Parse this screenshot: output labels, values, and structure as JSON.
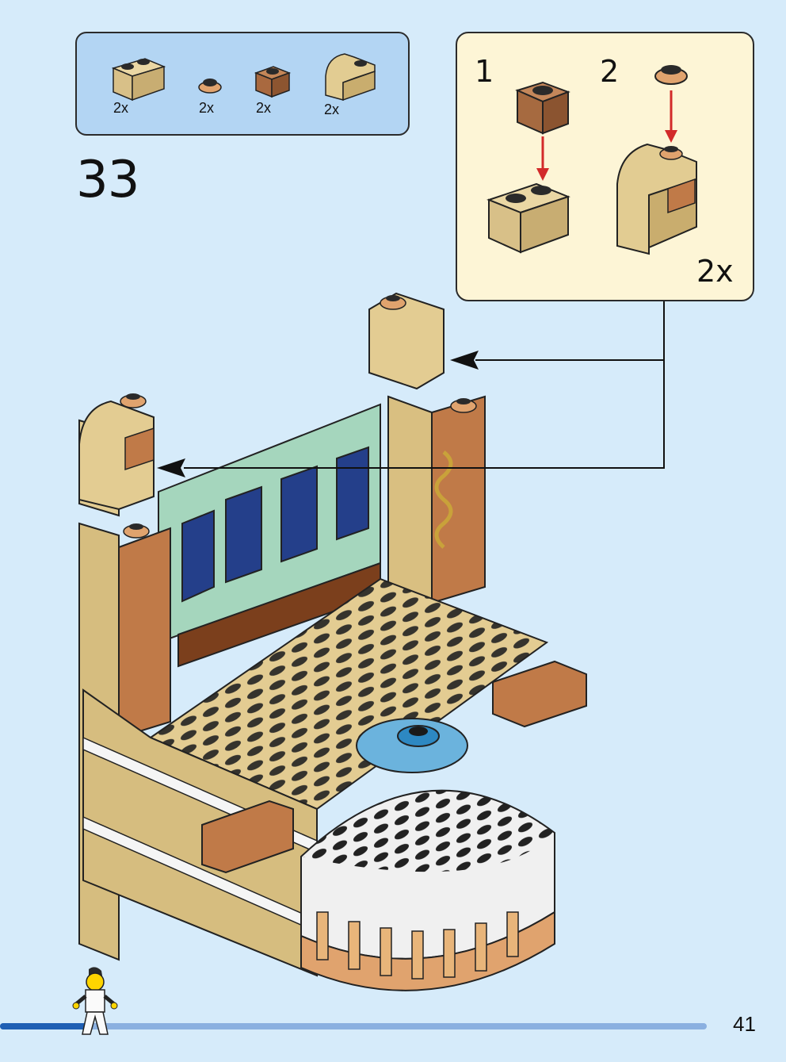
{
  "parts_list": {
    "items": [
      {
        "name": "tan-brick-1x2",
        "qty": "2x"
      },
      {
        "name": "nougat-round-plate",
        "qty": "2x"
      },
      {
        "name": "dark-nougat-brick-1x1",
        "qty": "2x"
      },
      {
        "name": "tan-curved-brick",
        "qty": "2x"
      }
    ]
  },
  "step": {
    "number": "33"
  },
  "callout": {
    "substep_1": "1",
    "substep_2": "2",
    "multiplier": "2x"
  },
  "progress": {
    "fraction": 0.13
  },
  "page": {
    "number": "41"
  },
  "colors": {
    "background": "#d6ebfa",
    "parts_box": "#b3d5f3",
    "callout_box": "#fdf5d6",
    "tan": "#e3cc92",
    "dark_tan": "#c9ad6e",
    "nougat": "#c78a5c",
    "sand_green": "#a5d6bd",
    "dark_blue": "#243f8a",
    "white": "#f2f2f2",
    "light_blue": "#6bb3dd",
    "progress_fill": "#1f5fb4",
    "progress_track": "#8bb0e0",
    "arrow_red": "#d22a2a"
  },
  "icons": [
    "assembly-arrow-icon",
    "minifigure-icon"
  ]
}
